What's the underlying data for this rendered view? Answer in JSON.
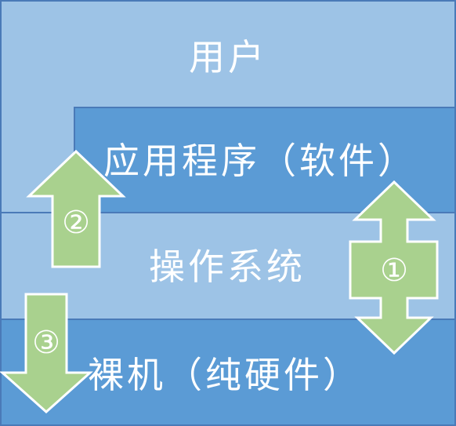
{
  "layers": {
    "user": "用户",
    "application": "应用程序（软件）",
    "os": "操作系统",
    "hardware": "裸机（纯硬件）"
  },
  "arrows": {
    "one": "①",
    "two": "②",
    "three": "③"
  },
  "colors": {
    "light_layer": "#9dc3e6",
    "dark_layer": "#5b9bd5",
    "border": "#4a7ab8",
    "arrow_fill": "#a9d18e",
    "arrow_stroke": "#ffffff"
  }
}
